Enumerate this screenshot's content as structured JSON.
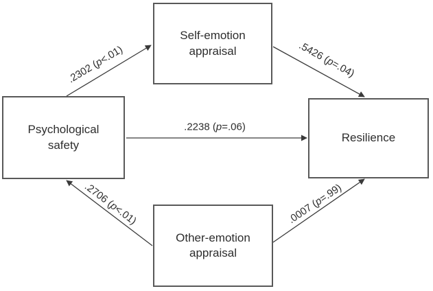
{
  "diagram": {
    "type": "path-model",
    "background": "#ffffff",
    "colors": {
      "box_border": "#585858",
      "arrow": "#3a3a3a",
      "text": "#2d2d2d"
    },
    "nodes": [
      {
        "id": "psychological-safety",
        "lines": [
          "Psychological",
          "safety"
        ]
      },
      {
        "id": "self-emotion-appraisal",
        "lines": [
          "Self-emotion",
          "appraisal"
        ]
      },
      {
        "id": "resilience",
        "lines": [
          "Resilience"
        ]
      },
      {
        "id": "other-emotion-appraisal",
        "lines": [
          "Other-emotion",
          "appraisal"
        ]
      }
    ],
    "paths": [
      {
        "from": "psychological-safety",
        "to": "self-emotion-appraisal",
        "coefficient": ".2302",
        "p_value": "p<.01",
        "label_pre": ".2302 (",
        "label_p": "p",
        "label_post": "<.01)"
      },
      {
        "from": "self-emotion-appraisal",
        "to": "resilience",
        "coefficient": ".5426",
        "p_value": "p=.04",
        "label_pre": ".5426 (",
        "label_p": "p",
        "label_post": "=.04)"
      },
      {
        "from": "psychological-safety",
        "to": "resilience",
        "coefficient": ".2238",
        "p_value": "p=.06",
        "label_pre": ".2238 (",
        "label_p": "p",
        "label_post": "=.06)"
      },
      {
        "from": "other-emotion-appraisal",
        "to": "psychological-safety",
        "coefficient": ".2706",
        "p_value": "p<.01",
        "label_pre": ".2706 (",
        "label_p": "p",
        "label_post": "<.01)"
      },
      {
        "from": "other-emotion-appraisal",
        "to": "resilience",
        "coefficient": ".0007",
        "p_value": "p=.99",
        "label_pre": ".0007 (",
        "label_p": "p",
        "label_post": "=.99)"
      }
    ]
  }
}
